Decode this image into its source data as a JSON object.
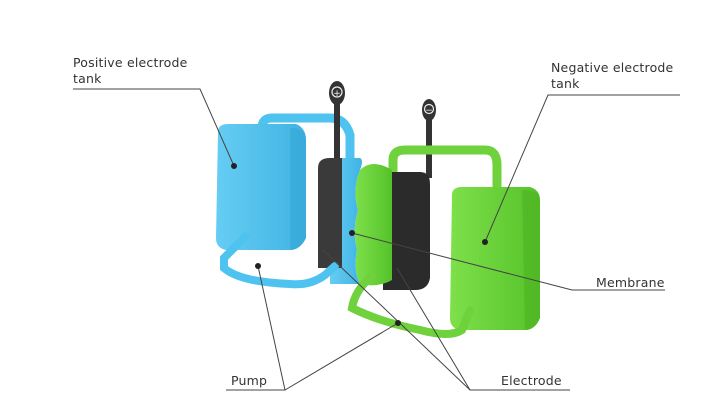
{
  "labels": {
    "positive_tank": [
      "Positive electrode",
      "tank"
    ],
    "negative_tank": [
      "Negative electrode",
      "tank"
    ],
    "membrane": "Membrane",
    "pump": "Pump",
    "electrode": "Electrode"
  },
  "terminals": {
    "positive": "+",
    "negative": "−"
  },
  "colors": {
    "positive": "#4fc3ef",
    "negative": "#6fd13c",
    "electrode": "#3a3a3a",
    "leader": "#444444"
  }
}
